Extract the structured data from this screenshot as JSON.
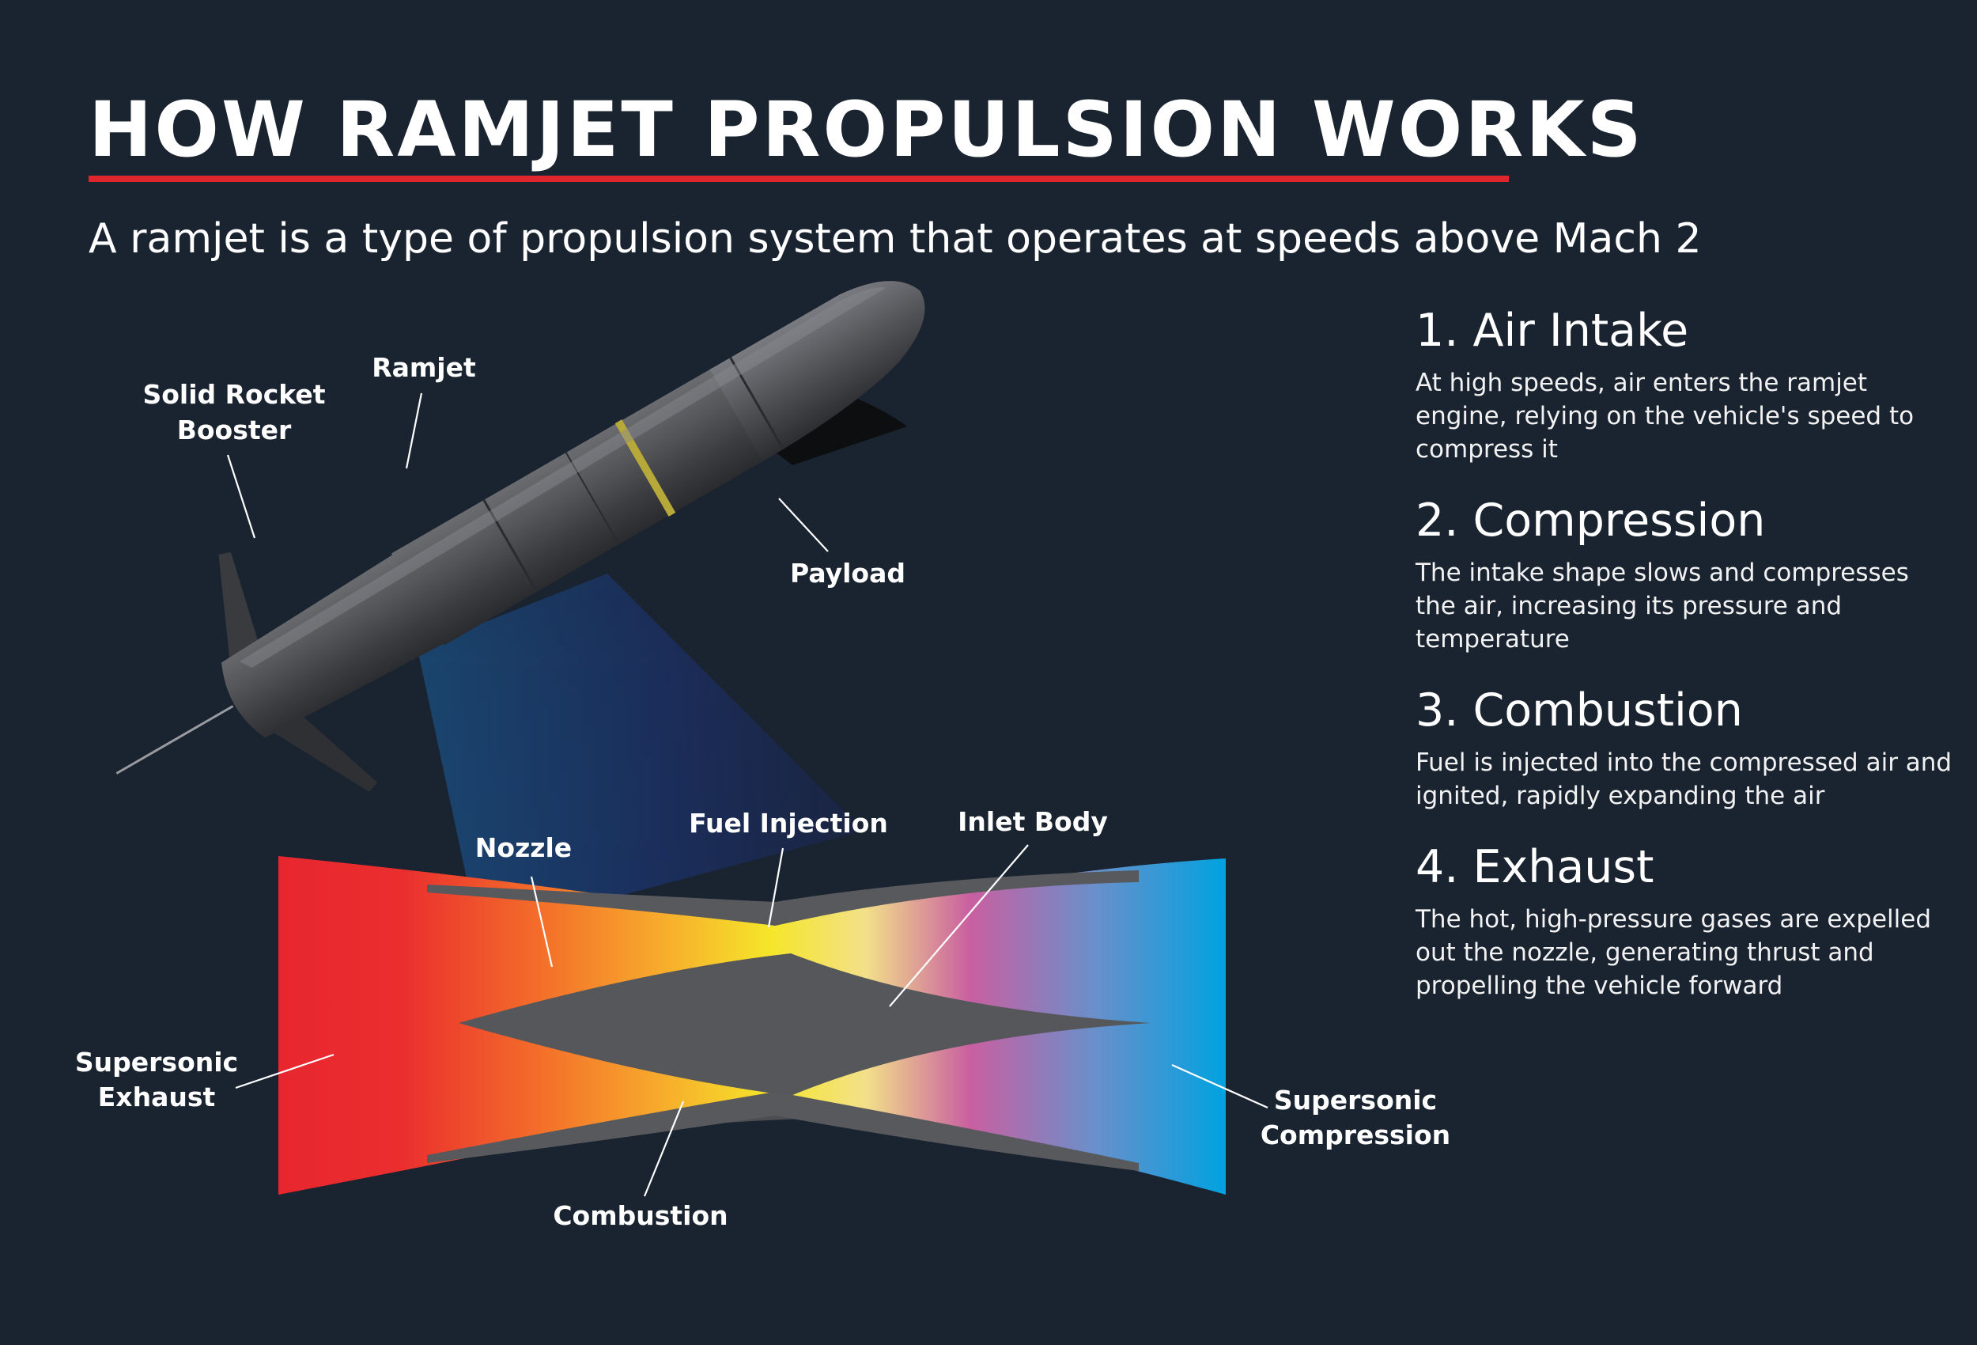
{
  "title": "HOW RAMJET PROPULSION WORKS",
  "subtitle": "A ramjet is a type of propulsion system that operates at speeds above Mach 2",
  "colors": {
    "background": "#1a2330",
    "accent_red": "#e0262d",
    "exhaust_red": "#e8262f",
    "combustion_yellow": "#f5e62a",
    "compression_magenta": "#c95fa0",
    "intake_blue": "#00a2e0",
    "body_gray": "#4f5053"
  },
  "missile_labels": {
    "solid_rocket_booster_line1": "Solid Rocket",
    "solid_rocket_booster_line2": "Booster",
    "ramjet": "Ramjet",
    "payload": "Payload"
  },
  "engine_labels": {
    "nozzle": "Nozzle",
    "fuel_injection": "Fuel Injection",
    "inlet_body": "Inlet Body",
    "supersonic_exhaust_line1": "Supersonic",
    "supersonic_exhaust_line2": "Exhaust",
    "supersonic_compression_line1": "Supersonic",
    "supersonic_compression_line2": "Compression",
    "combustion": "Combustion"
  },
  "steps": [
    {
      "title": "1. Air Intake",
      "description": "At high speeds, air enters the ramjet engine, relying on the vehicle's speed to compress it"
    },
    {
      "title": "2. Compression",
      "description": "The intake shape slows and compresses the air, increasing its pressure and temperature"
    },
    {
      "title": "3. Combustion",
      "description": "Fuel is injected into the compressed air and ignited, rapidly expanding the air"
    },
    {
      "title": "4. Exhaust",
      "description": "The hot, high-pressure gases are expelled out the nozzle, generating thrust and propelling the vehicle forward"
    }
  ]
}
